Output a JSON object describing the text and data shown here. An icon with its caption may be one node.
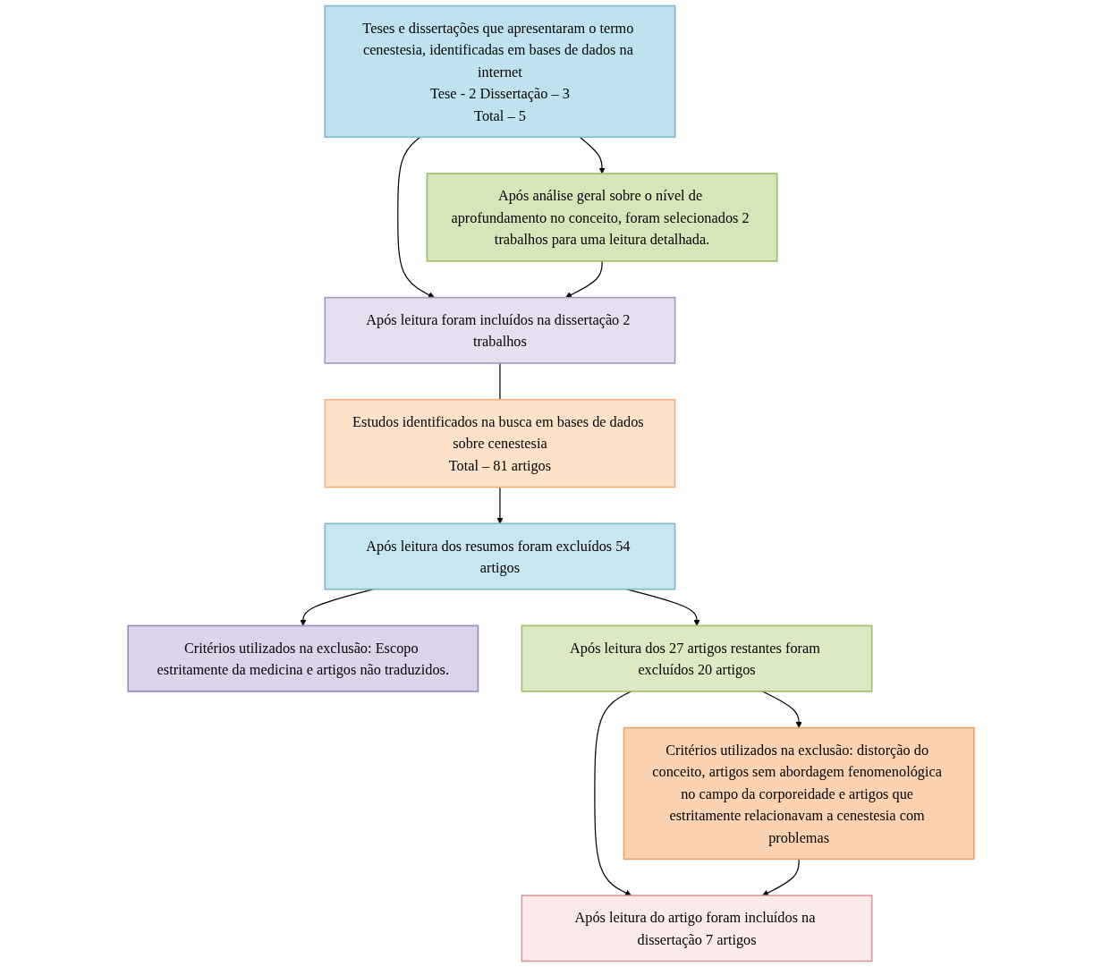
{
  "diagram": {
    "nodes": [
      {
        "text": [
          "Teses e dissertações que apresentaram o termo cenestesia, identificadas em bases de dados na internet",
          "Tese - 2 Dissertação – 3",
          "Total – 5"
        ]
      },
      {
        "text": [
          "Após análise geral sobre o nível de aprofundamento no conceito, foram selecionados 2 trabalhos para uma leitura detalhada."
        ]
      },
      {
        "text": [
          "Após leitura foram incluídos na dissertação 2 trabalhos"
        ]
      },
      {
        "text": [
          "Estudos identificados na busca em bases de dados sobre cenestesia",
          "Total – 81 artigos"
        ]
      },
      {
        "text": [
          "Após leitura dos resumos foram excluídos 54 artigos"
        ]
      },
      {
        "text": [
          "Critérios utilizados na exclusão: Escopo estritamente da medicina e artigos não traduzidos."
        ]
      },
      {
        "text": [
          "Após leitura dos 27 artigos restantes foram excluídos 20 artigos"
        ]
      },
      {
        "text": [
          "Critérios utilizados na exclusão: distorção do conceito, artigos sem abordagem fenomenológica no campo da corporeidade e artigos que estritamente relacionavam a cenestesia com problemas"
        ]
      },
      {
        "text": [
          "Após leitura do artigo foram incluídos na dissertação 7 artigos"
        ]
      }
    ],
    "edges": [
      {
        "from": 0,
        "to": 1,
        "arrow": "to"
      },
      {
        "from": 0,
        "to": 2,
        "arrow": "to"
      },
      {
        "from": 1,
        "to": 2,
        "arrow": "to"
      },
      {
        "from": 2,
        "to": 3,
        "arrow": "none"
      },
      {
        "from": 3,
        "to": 4,
        "arrow": "to"
      },
      {
        "from": 4,
        "to": 5,
        "arrow": "to"
      },
      {
        "from": 4,
        "to": 6,
        "arrow": "to"
      },
      {
        "from": 6,
        "to": 7,
        "arrow": "to"
      },
      {
        "from": 6,
        "to": 8,
        "arrow": "to"
      },
      {
        "from": 7,
        "to": 8,
        "arrow": "to"
      }
    ]
  }
}
